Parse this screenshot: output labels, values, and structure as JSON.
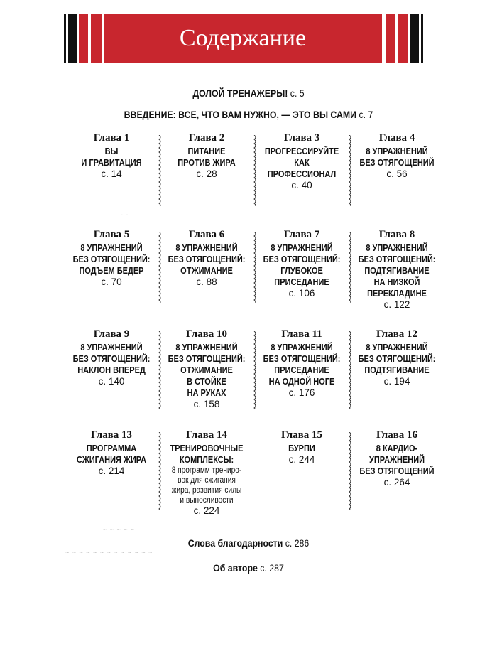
{
  "header": {
    "title": "Содержание",
    "accent": "#c8262e"
  },
  "intro": [
    {
      "label": "ДОЛОЙ ТРЕНАЖЕРЫ!",
      "page": "с. 5"
    },
    {
      "label": "ВВЕДЕНИЕ: ВСЕ, ЧТО ВАМ НУЖНО, — ЭТО ВЫ САМИ",
      "page": "с. 7"
    }
  ],
  "chapters": [
    {
      "heading": "Глава 1",
      "title": "ВЫ\nИ ГРАВИТАЦИЯ",
      "page": "с. 14"
    },
    {
      "heading": "Глава 2",
      "title": "ПИТАНИЕ\nПРОТИВ ЖИРА",
      "page": "с. 28"
    },
    {
      "heading": "Глава 3",
      "title": "ПРОГРЕССИРУЙТЕ\nКАК\nПРОФЕССИОНАЛ",
      "page": "с. 40"
    },
    {
      "heading": "Глава 4",
      "title": "8 УПРАЖНЕНИЙ\nБЕЗ ОТЯГОЩЕНИЙ",
      "page": "с. 56"
    },
    {
      "heading": "Глава 5",
      "title": "8 УПРАЖНЕНИЙ\nБЕЗ ОТЯГОЩЕНИЙ:\nПОДЪЕМ БЕДЕР",
      "page": "с. 70"
    },
    {
      "heading": "Глава 6",
      "title": "8 УПРАЖНЕНИЙ\nБЕЗ ОТЯГОЩЕНИЙ:\nОТЖИМАНИЕ",
      "page": "с. 88"
    },
    {
      "heading": "Глава 7",
      "title": "8 УПРАЖНЕНИЙ\nБЕЗ ОТЯГОЩЕНИЙ:\nГЛУБОКОЕ\nПРИСЕДАНИЕ",
      "page": "с. 106"
    },
    {
      "heading": "Глава 8",
      "title": "8 УПРАЖНЕНИЙ\nБЕЗ ОТЯГОЩЕНИЙ:\nПОДТЯГИВАНИЕ\nНА НИЗКОЙ\nПЕРЕКЛАДИНЕ",
      "page": "с. 122"
    },
    {
      "heading": "Глава 9",
      "title": "8 УПРАЖНЕНИЙ\nБЕЗ ОТЯГОЩЕНИЙ:\nНАКЛОН ВПЕРЕД",
      "page": "с. 140"
    },
    {
      "heading": "Глава 10",
      "title": "8 УПРАЖНЕНИЙ\nБЕЗ ОТЯГОЩЕНИЙ:\nОТЖИМАНИЕ\nВ СТОЙКЕ\nНА РУКАХ",
      "page": "с. 158"
    },
    {
      "heading": "Глава 11",
      "title": "8 УПРАЖНЕНИЙ\nБЕЗ ОТЯГОЩЕНИЙ:\nПРИСЕДАНИЕ\nНА ОДНОЙ НОГЕ",
      "page": "с. 176"
    },
    {
      "heading": "Глава 12",
      "title": "8 УПРАЖНЕНИЙ\nБЕЗ ОТЯГОЩЕНИЙ:\nПОДТЯГИВАНИЕ",
      "page": "с. 194"
    },
    {
      "heading": "Глава 13",
      "title": "ПРОГРАММА\nСЖИГАНИЯ ЖИРА",
      "page": "с. 214"
    },
    {
      "heading": "Глава 14",
      "title": "ТРЕНИРОВОЧНЫЕ\nКОМПЛЕКСЫ:",
      "subtitle": "8 программ трениро-\nвок для сжигания\nжира, развития силы\nи выносливости",
      "page": "с. 224"
    },
    {
      "heading": "Глава 15",
      "title": "БУРПИ",
      "page": "с. 244"
    },
    {
      "heading": "Глава 16",
      "title": "8 КАРДИО-\nУПРАЖНЕНИЙ\nБЕЗ ОТЯГОЩЕНИЙ",
      "page": "с. 264"
    }
  ],
  "outro": [
    {
      "label": "Слова благодарности",
      "page": "с. 286"
    },
    {
      "label": "Об авторе",
      "page": "с. 287"
    }
  ]
}
